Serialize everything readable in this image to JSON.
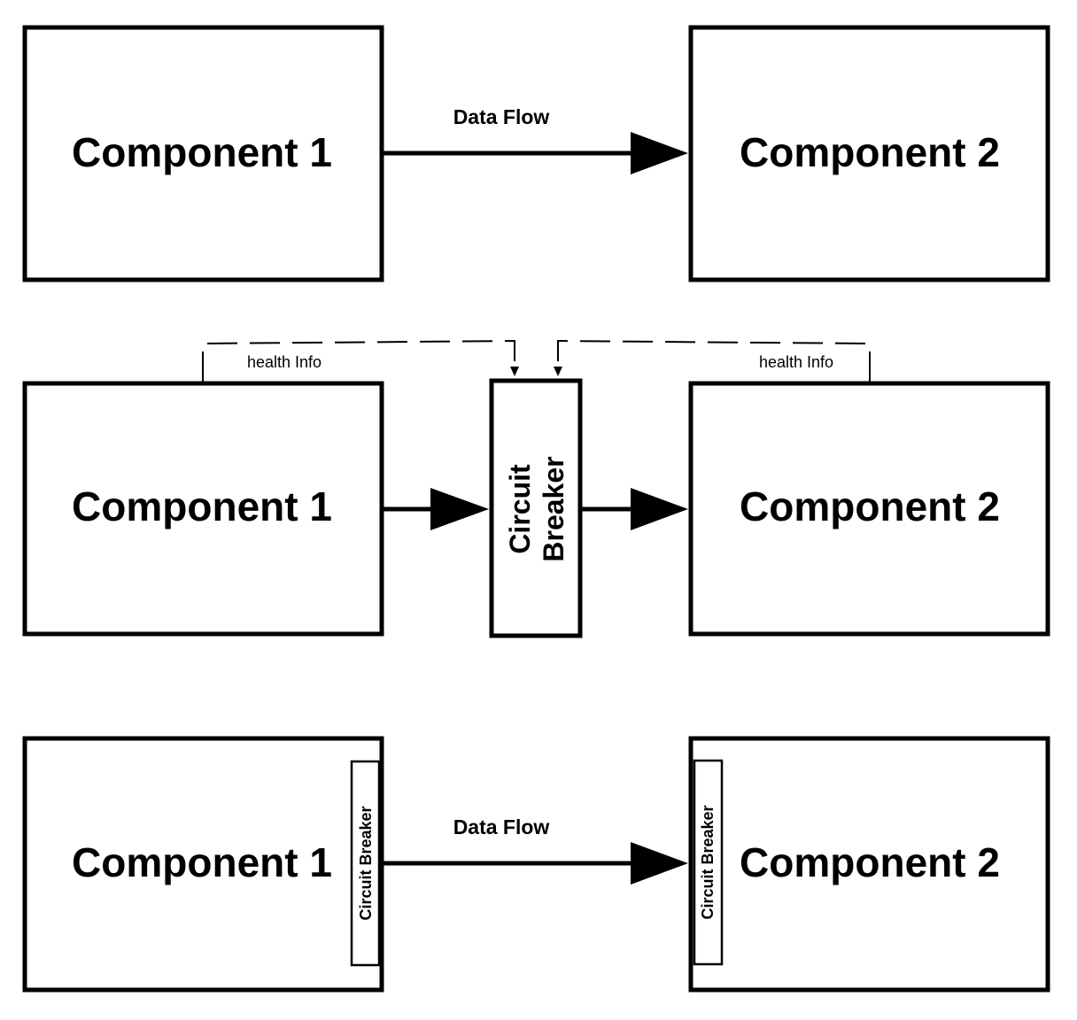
{
  "row1": {
    "left_box": "Component 1",
    "right_box": "Component 2",
    "arrow_label": "Data Flow"
  },
  "row2": {
    "left_box": "Component 1",
    "right_box": "Component 2",
    "breaker_line1": "Circuit",
    "breaker_line2": "Breaker",
    "health_left": "health Info",
    "health_right": "health Info"
  },
  "row3": {
    "left_box": "Component 1",
    "right_box": "Component 2",
    "arrow_label": "Data Flow",
    "breaker_left": "Circuit Breaker",
    "breaker_right": "Circuit Breaker"
  },
  "colors": {
    "stroke": "#000000",
    "background": "#ffffff"
  }
}
